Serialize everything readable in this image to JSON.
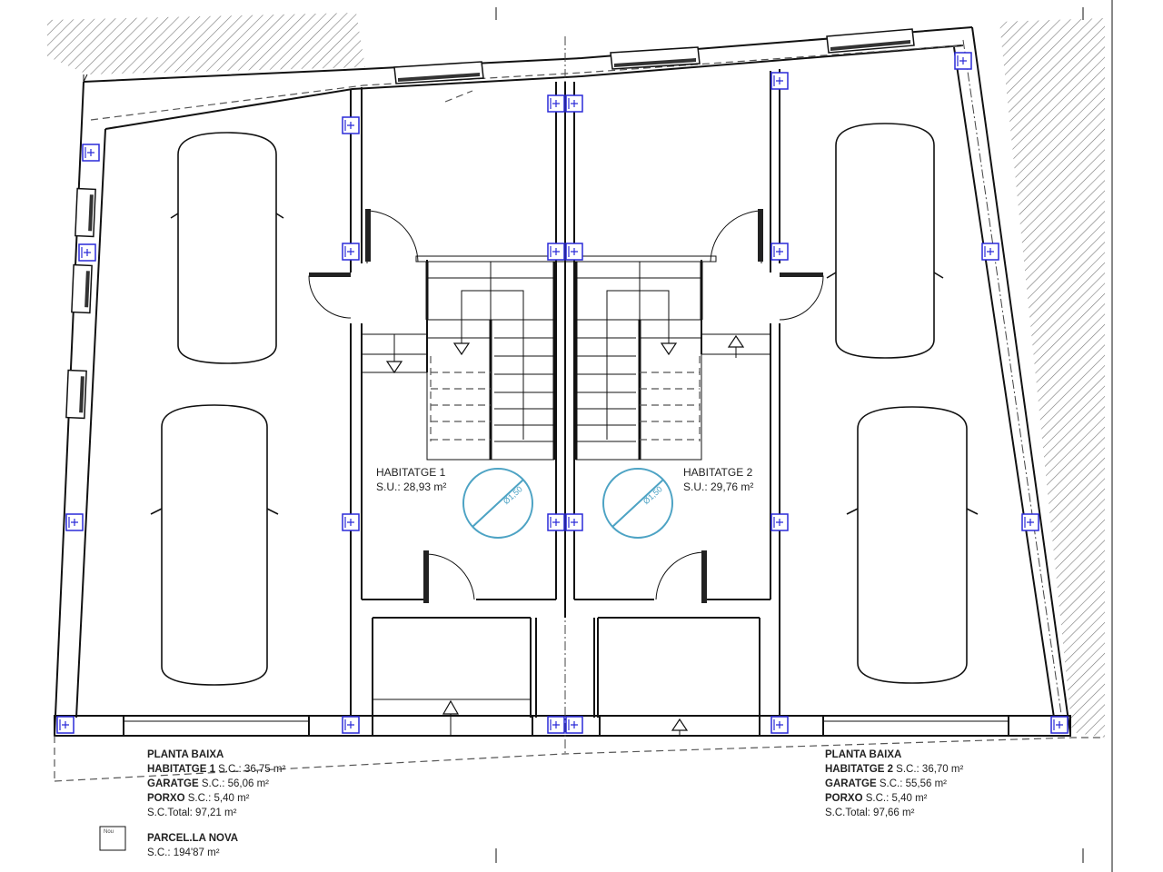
{
  "rooms": {
    "h1": {
      "name": "HABITATGE 1",
      "area": "S.U.: 28,93 m²"
    },
    "h2": {
      "name": "HABITATGE 2",
      "area": "S.U.: 29,76 m²"
    }
  },
  "turning_circle_label": "Ø1,50",
  "left_summary": {
    "title": "PLANTA BAIXA",
    "lines": [
      {
        "bold": "HABITATGE 1",
        "rest": " S.C.: 36,75 m²"
      },
      {
        "bold": "GARATGE",
        "rest": " S.C.: 56,06 m²"
      },
      {
        "bold": "PORXO",
        "rest": " S.C.: 5,40 m²"
      },
      {
        "bold": "",
        "rest": "S.C.Total: 97,21 m²"
      }
    ]
  },
  "right_summary": {
    "title": "PLANTA BAIXA",
    "lines": [
      {
        "bold": "HABITATGE 2",
        "rest": " S.C.: 36,70 m²"
      },
      {
        "bold": "GARATGE",
        "rest": " S.C.: 55,56 m²"
      },
      {
        "bold": "PORXO",
        "rest": " S.C.: 5,40 m²"
      },
      {
        "bold": "",
        "rest": "S.C.Total: 97,66 m²"
      }
    ]
  },
  "legend": {
    "swatch_text": "Nou",
    "title": "PARCEL.LA NOVA",
    "area": "S.C.: 194'87 m²"
  },
  "colors": {
    "socket": "#2a2ad8",
    "turning_circle": "#4da3c4",
    "wall": "#111111"
  }
}
